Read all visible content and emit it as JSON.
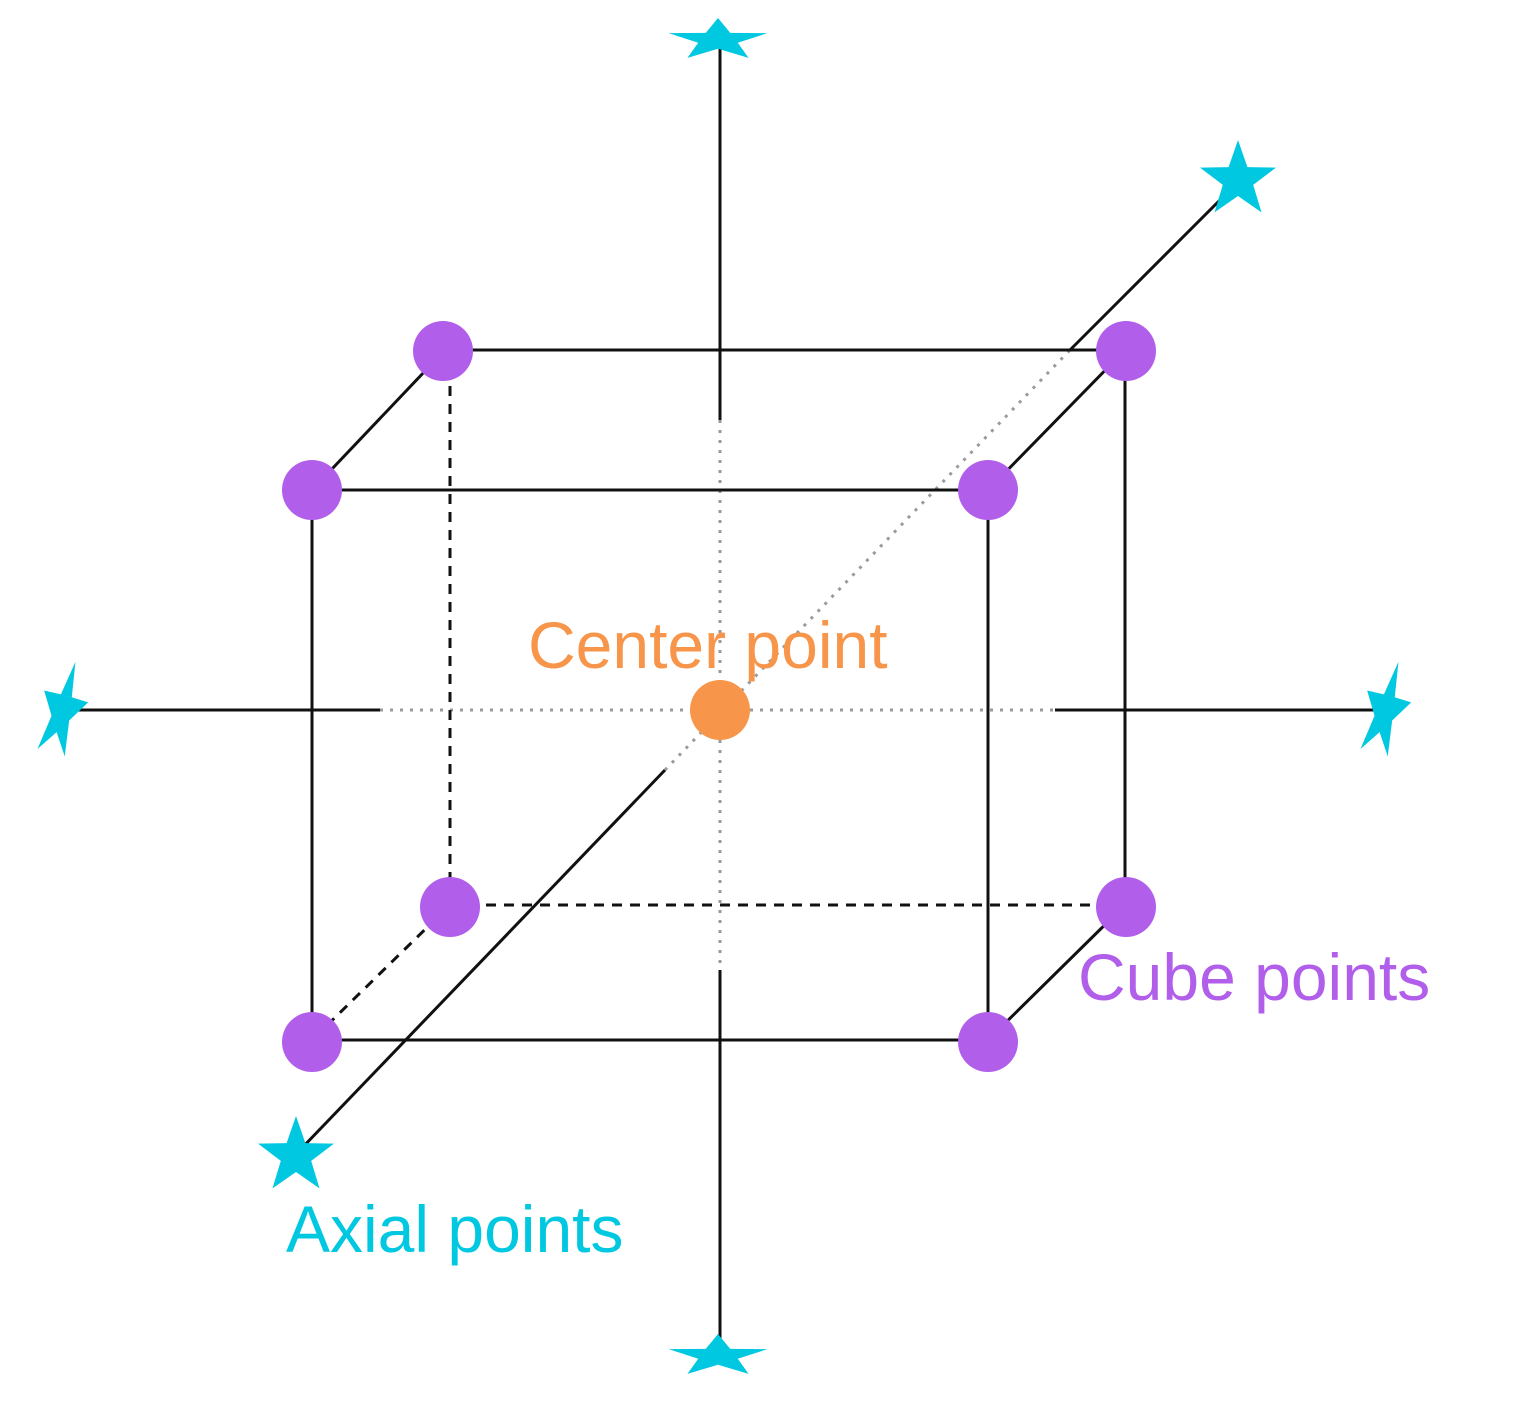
{
  "labels": {
    "center": "Center point",
    "cube": "Cube points",
    "axial": "Axial points"
  },
  "colors": {
    "center": "#F7964A",
    "cube": "#B15FEA",
    "axial": "#00C8E0",
    "line": "#111111",
    "dotted": "#9a9a9a"
  },
  "icons": {
    "axial_marker": "star-icon",
    "cube_marker": "circle-marker",
    "center_marker": "circle-marker"
  }
}
